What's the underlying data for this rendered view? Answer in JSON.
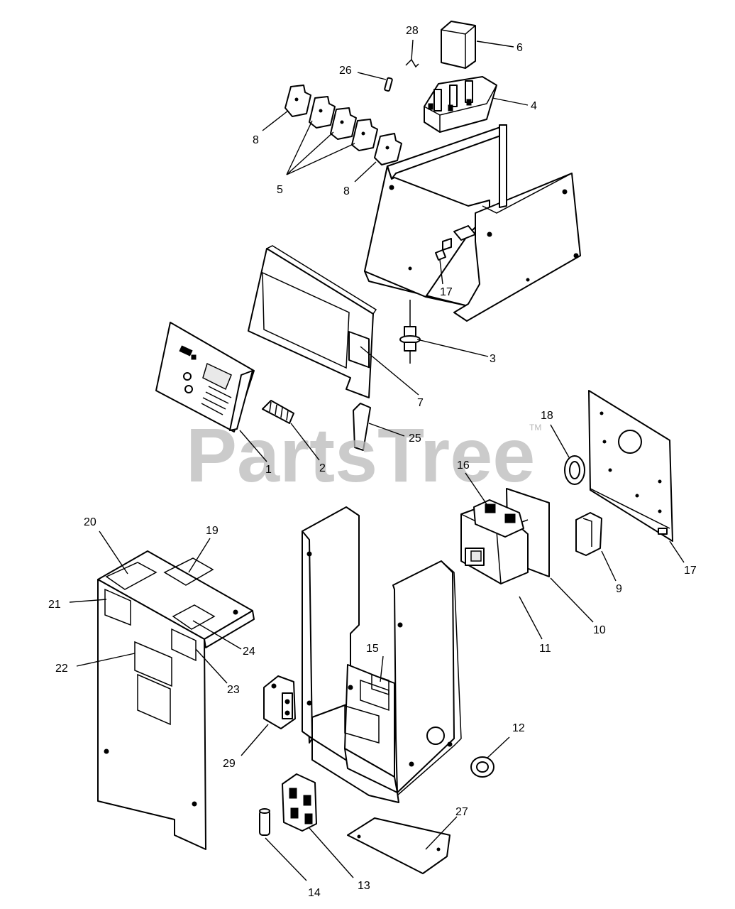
{
  "watermark": {
    "text": "PartsTree",
    "trademark": "TM"
  },
  "callouts": [
    "1",
    "2",
    "3",
    "4",
    "5",
    "6",
    "7",
    "8",
    "9",
    "10",
    "11",
    "12",
    "13",
    "14",
    "15",
    "16",
    "17",
    "18",
    "19",
    "20",
    "21",
    "22",
    "23",
    "24",
    "25",
    "26",
    "27",
    "28",
    "29"
  ],
  "labels": {
    "l1": "1",
    "l2": "2",
    "l3": "3",
    "l4": "4",
    "l5": "5",
    "l6": "6",
    "l7": "7",
    "l8a": "8",
    "l8b": "8",
    "l9": "9",
    "l10": "10",
    "l11": "11",
    "l12": "12",
    "l13": "13",
    "l14": "14",
    "l15": "15",
    "l16": "16",
    "l17a": "17",
    "l17b": "17",
    "l18": "18",
    "l19": "19",
    "l20": "20",
    "l21": "21",
    "l22": "22",
    "l23": "23",
    "l24": "24",
    "l25": "25",
    "l26": "26",
    "l27": "27",
    "l28": "28",
    "l29": "29"
  },
  "colors": {
    "line": "#000000",
    "background": "#ffffff",
    "watermark": "#b9b9b9"
  }
}
